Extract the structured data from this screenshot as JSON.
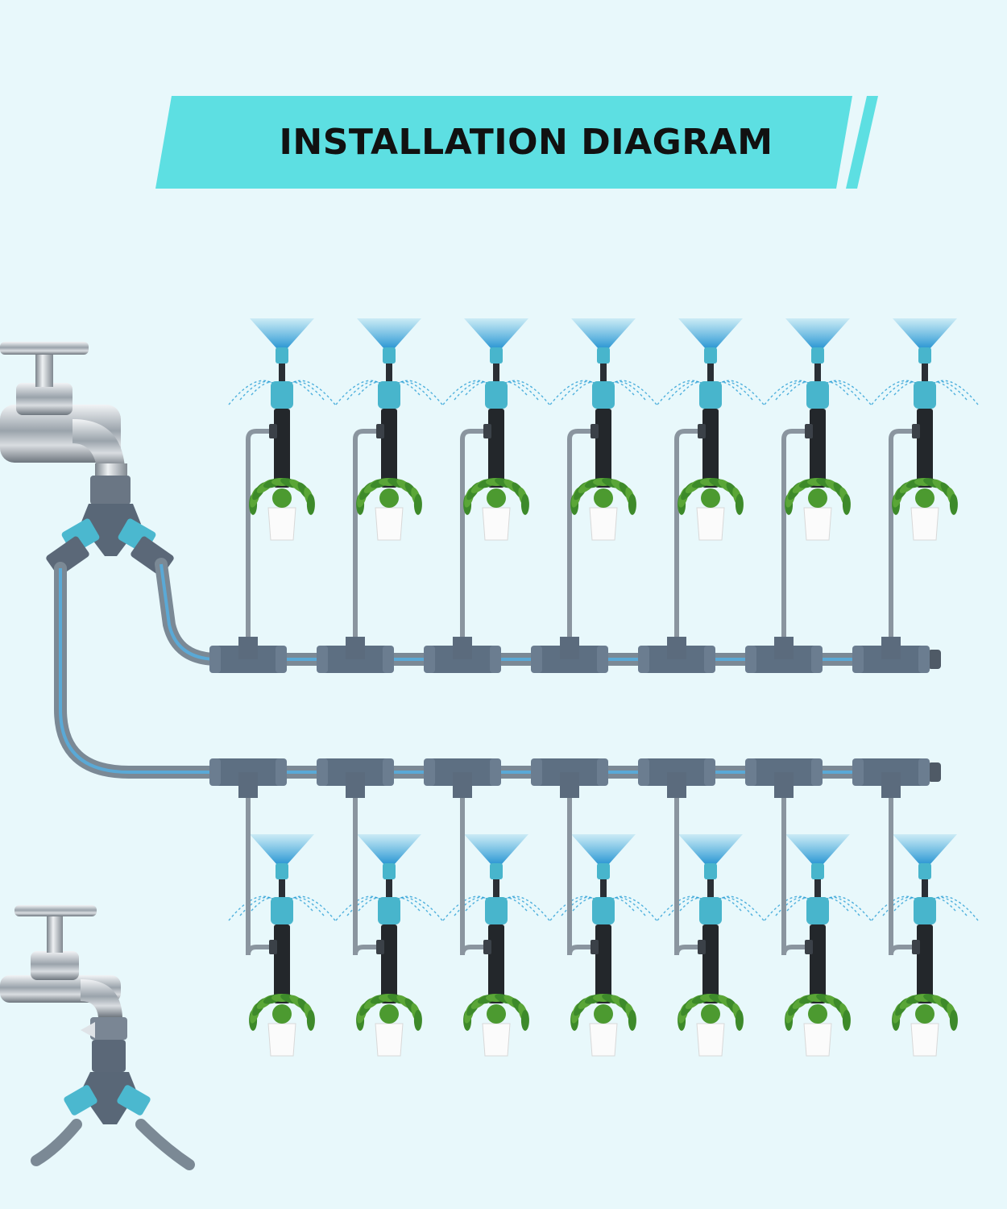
{
  "header": {
    "title": "INSTALLATION DIAGRAM"
  },
  "diagram": {
    "rows": [
      {
        "orientation": "above-pipe",
        "sprinkler_count": 7
      },
      {
        "orientation": "below-pipe",
        "sprinkler_count": 7
      }
    ],
    "faucet_count": 2,
    "colors": {
      "background": "#e8f8fb",
      "banner": "#5ddfe2",
      "pipe": "#7b8995",
      "pipe_stripe": "#5aa9d6",
      "fitting": "#5d6f82",
      "sprinkler_accent": "#48b5cc",
      "spray": "#2a9fd6",
      "plant": "#3d8a2a"
    }
  }
}
